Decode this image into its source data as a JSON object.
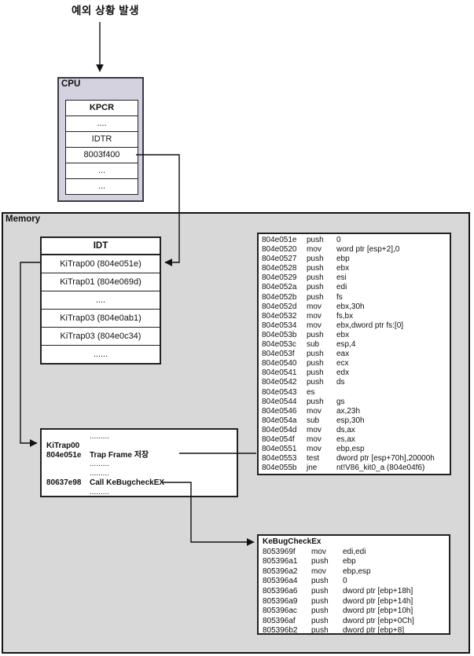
{
  "title": "예외 상황 발생",
  "colors": {
    "memory_bg": "#d8d8d8",
    "cpu_bg": "#d5d2e0",
    "box_bg": "#ffffff",
    "line": "#111111"
  },
  "cpu": {
    "label": "CPU",
    "rows": [
      {
        "text": "KPCR",
        "bold": true
      },
      {
        "text": "....",
        "bold": false
      },
      {
        "text": "IDTR",
        "bold": false
      },
      {
        "text": "8003f400",
        "bold": false
      },
      {
        "text": "...",
        "bold": false
      },
      {
        "text": "...",
        "bold": false
      }
    ]
  },
  "memory": {
    "label": "Memory"
  },
  "idt": {
    "header": "IDT",
    "rows": [
      "KiTrap00 (804e051e)",
      "KiTrap01 (804e069d)",
      "....",
      "KiTrap03 (804e0ab1)",
      "KiTrap03 (804e0c34)",
      "......"
    ]
  },
  "kitrap00_asm": {
    "rows": [
      {
        "a": "804e051e",
        "m": "push",
        "o": "0"
      },
      {
        "a": "804e0520",
        "m": "mov",
        "o": "word ptr [esp+2],0"
      },
      {
        "a": "804e0527",
        "m": "push",
        "o": "ebp"
      },
      {
        "a": "804e0528",
        "m": "push",
        "o": "ebx"
      },
      {
        "a": "804e0529",
        "m": "push",
        "o": "esi"
      },
      {
        "a": "804e052a",
        "m": "push",
        "o": "edi"
      },
      {
        "a": "804e052b",
        "m": "push",
        "o": "fs"
      },
      {
        "a": "804e052d",
        "m": "mov",
        "o": "ebx,30h"
      },
      {
        "a": "804e0532",
        "m": "mov",
        "o": "fs,bx"
      },
      {
        "a": "804e0534",
        "m": "mov",
        "o": "ebx,dword ptr fs:[0]"
      },
      {
        "a": "804e053b",
        "m": "push",
        "o": "ebx"
      },
      {
        "a": "804e053c",
        "m": "sub",
        "o": "esp,4"
      },
      {
        "a": "804e053f",
        "m": "push",
        "o": "eax"
      },
      {
        "a": "804e0540",
        "m": "push",
        "o": "ecx"
      },
      {
        "a": "804e0541",
        "m": "push",
        "o": "edx"
      },
      {
        "a": "804e0542",
        "m": "push",
        "o": "ds"
      },
      {
        "a": "804e0543",
        "m": "es",
        "o": ""
      },
      {
        "a": "804e0544",
        "m": "push",
        "o": "gs"
      },
      {
        "a": "804e0546",
        "m": "mov",
        "o": "ax,23h"
      },
      {
        "a": "804e054a",
        "m": "sub",
        "o": "esp,30h"
      },
      {
        "a": "804e054d",
        "m": "mov",
        "o": "ds,ax"
      },
      {
        "a": "804e054f",
        "m": "mov",
        "o": "es,ax"
      },
      {
        "a": "804e0551",
        "m": "mov",
        "o": "ebp,esp"
      },
      {
        "a": "804e0553",
        "m": "test",
        "o": "dword ptr [esp+70h],20000h"
      },
      {
        "a": "804e055b",
        "m": "jne",
        "o": "nt!V86_kit0_a (804e04f6)"
      }
    ]
  },
  "kitrap00_box": {
    "lines": [
      {
        "addr": "",
        "text": ".........",
        "bold": false
      },
      {
        "addr": "KiTrap00",
        "text": "",
        "bold": true
      },
      {
        "addr": "804e051e",
        "text": "Trap Frame 저장",
        "bold": true
      },
      {
        "addr": "",
        "text": ".........",
        "bold": false
      },
      {
        "addr": "",
        "text": ".........",
        "bold": false
      },
      {
        "addr": "80637e98",
        "text": "Call KeBugcheckEX",
        "bold": true
      },
      {
        "addr": "",
        "text": ".........",
        "bold": false
      }
    ]
  },
  "kebugcheckex_asm": {
    "header": "KeBugCheckEx",
    "rows": [
      {
        "a": "8053969f",
        "m": "mov",
        "o": "edi,edi"
      },
      {
        "a": "805396a1",
        "m": "push",
        "o": "ebp"
      },
      {
        "a": "805396a2",
        "m": "mov",
        "o": "ebp,esp"
      },
      {
        "a": "805396a4",
        "m": "push",
        "o": "0"
      },
      {
        "a": "805396a6",
        "m": "push",
        "o": "dword ptr [ebp+18h]"
      },
      {
        "a": "805396a9",
        "m": "push",
        "o": "dword ptr [ebp+14h]"
      },
      {
        "a": "805396ac",
        "m": "push",
        "o": "dword ptr [ebp+10h]"
      },
      {
        "a": "805396af",
        "m": "push",
        "o": "dword ptr [ebp+0Ch]"
      },
      {
        "a": "805396b2",
        "m": "push",
        "o": "dword ptr [ebp+8]"
      }
    ]
  }
}
